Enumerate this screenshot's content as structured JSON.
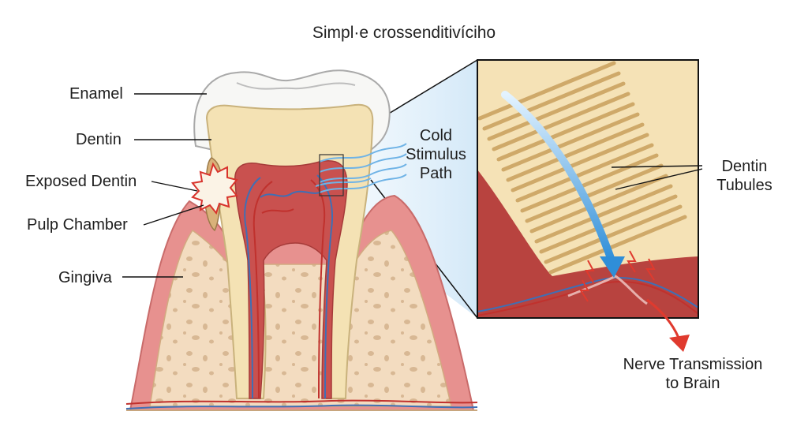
{
  "title": "Simpl·e crossenditivíciho",
  "labels": {
    "enamel": "Enamel",
    "dentin": "Dentin",
    "exposed_dentin": "Exposed Dentin",
    "pulp_chamber": "Pulp Chamber",
    "gingiva": "Gingiva",
    "cold_stimulus_line1": "Cold",
    "cold_stimulus_line2": "Stimulus",
    "cold_stimulus_line3": "Path",
    "dentin_tubules_line1": "Dentin",
    "dentin_tubules_line2": "Tubules",
    "nerve_line1": "Nerve Transmission",
    "nerve_line2": "to Brain"
  },
  "colors": {
    "enamel": "#f7f7f5",
    "dentin": "#f4e2b4",
    "pulp": "#c9514f",
    "gingiva": "#e7918f",
    "bone": "#f3dcc0",
    "nerve_blue": "#3f6fb5",
    "vessel_red": "#c0312d",
    "cold_wave": "#6fb3e6",
    "arrow_red": "#e03a2e"
  }
}
